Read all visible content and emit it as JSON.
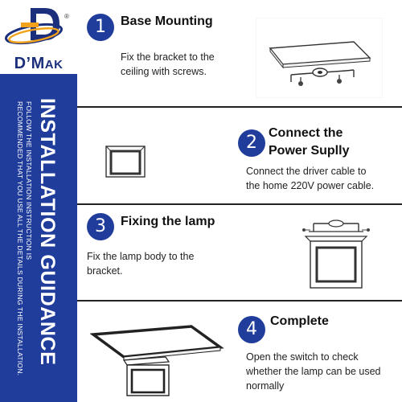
{
  "brand": {
    "name_prefix": "D’M",
    "name_suffix": "AK",
    "registered_mark": "®",
    "vertical_title": "INSTALLATION GUIDANCE",
    "vertical_note_line1": "FOLLOW THE INSTALLATION INSTRUCTION IS",
    "vertical_note_line2": "RECOMMENDED THAT YOU USE ALL THE DETAILS DURING THE INSTALLATION.",
    "colors": {
      "brand_blue": "#213d9b",
      "logo_orange": "#f2a21a"
    }
  },
  "steps": [
    {
      "number": "1",
      "title": "Base Mounting",
      "desc_line1": "Fix the bracket to the",
      "desc_line2": "ceiling with screws.",
      "icon": "ceiling-bracket-illustration"
    },
    {
      "number": "2",
      "title_line1": "Connect the",
      "title_line2": "Power Suplly",
      "desc_line1": "Connect the driver cable to",
      "desc_line2": "the home 220V power cable.",
      "icon": "square-lamp-illustration"
    },
    {
      "number": "3",
      "title": "Fixing the lamp",
      "desc_line1": "Fix the lamp body to the",
      "desc_line2": "bracket.",
      "icon": "lamp-on-bracket-illustration"
    },
    {
      "number": "4",
      "title": "Complete",
      "desc_line1": "Open the switch to check",
      "desc_line2": "whether the lamp can be used",
      "desc_line3": "normally",
      "icon": "mounted-lamp-illustration"
    }
  ]
}
